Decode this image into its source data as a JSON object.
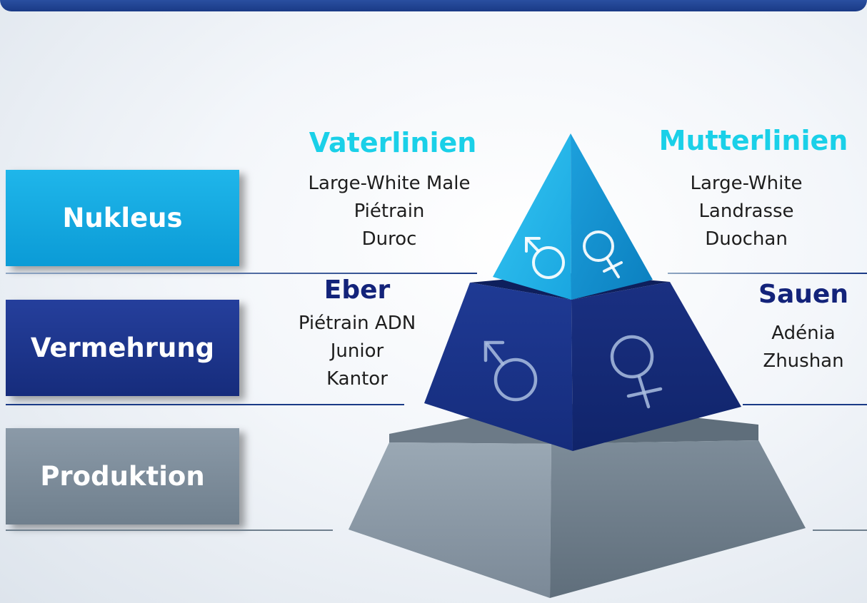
{
  "levels": {
    "nukleus": "Nukleus",
    "vermehrung": "Vermehrung",
    "produktion": "Produktion"
  },
  "nukleus": {
    "vaterlinien": {
      "title": "Vaterlinien",
      "items": [
        "Large-White Male",
        "Piétrain",
        "Duroc"
      ]
    },
    "mutterlinien": {
      "title": "Mutterlinien",
      "items": [
        "Large-White",
        "Landrasse",
        "Duochan"
      ]
    }
  },
  "vermehrung": {
    "eber": {
      "title": "Eber",
      "items": [
        "Piétrain ADN",
        "Junior",
        "Kantor"
      ]
    },
    "sauen": {
      "title": "Sauen",
      "items": [
        "Adénia",
        "Zhushan"
      ]
    }
  },
  "symbols": [
    "male-symbol",
    "female-symbol"
  ],
  "colors": {
    "nukleus": "#0ea6de",
    "vermehrung": "#1a3082",
    "produktion": "#7d8c99",
    "cyan_heading": "#1ad0e8",
    "navy_heading": "#13237a"
  }
}
